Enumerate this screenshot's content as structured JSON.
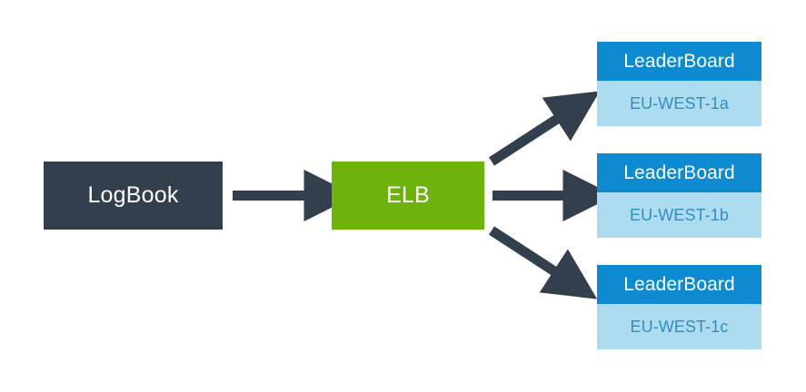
{
  "diagram": {
    "title": "",
    "colors": {
      "source_fill": "#333f4d",
      "loadbalancer_fill": "#6db30c",
      "card_header_fill": "#0e8bd0",
      "card_body_fill": "#addcf0",
      "card_body_text": "#2e8fc4",
      "arrow_stroke": "#333f4d",
      "background": "#ffffff"
    },
    "source": {
      "label": "LogBook"
    },
    "loadbalancer": {
      "label": "ELB"
    },
    "targets": [
      {
        "title": "LeaderBoard",
        "zone": "EU-WEST-1a"
      },
      {
        "title": "LeaderBoard",
        "zone": "EU-WEST-1b"
      },
      {
        "title": "LeaderBoard",
        "zone": "EU-WEST-1c"
      }
    ],
    "connectors": [
      {
        "name": "logbook-to-elb",
        "kind": "straight-arrow"
      },
      {
        "name": "elb-to-leaderboard-1a",
        "kind": "diagonal-up-arrow"
      },
      {
        "name": "elb-to-leaderboard-1b",
        "kind": "straight-arrow"
      },
      {
        "name": "elb-to-leaderboard-1c",
        "kind": "diagonal-down-arrow"
      }
    ]
  }
}
